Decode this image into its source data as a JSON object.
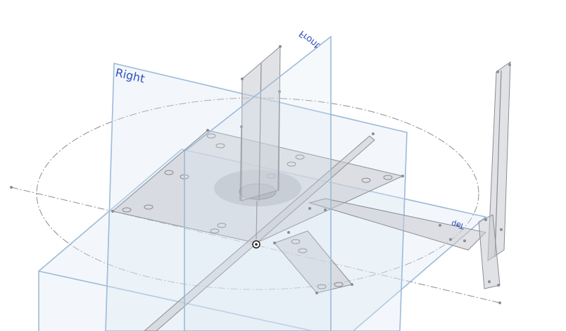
{
  "viewport": {
    "planes": {
      "right": "Right",
      "front": "Front",
      "top": "Top"
    },
    "colors": {
      "plane_fill": "#dce8f4",
      "plane_edge": "#9dbad8",
      "plane_label": "#3050b8",
      "part_fill": "#c8cbd0",
      "part_edge": "#8a8d92"
    },
    "origin_icon": "origin-icon"
  }
}
